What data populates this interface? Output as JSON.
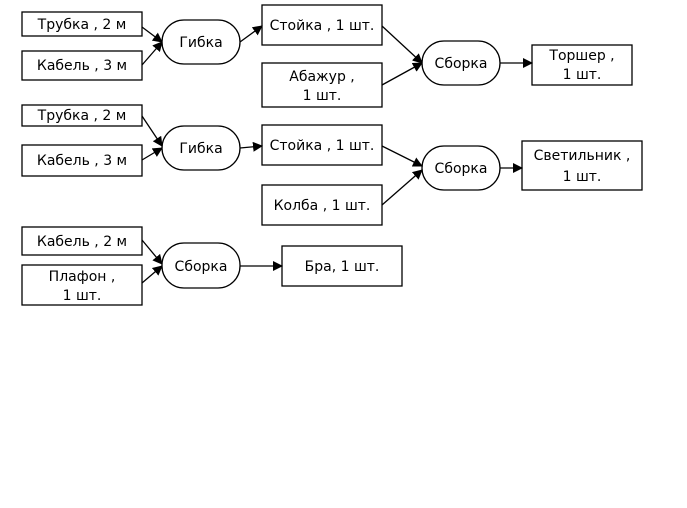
{
  "diagram": {
    "groups": [
      {
        "inputs": [
          "Трубка , 2 м",
          "Кабель , 3 м"
        ],
        "process1": "Гибка",
        "intermediate": "Стойка , 1 шт.",
        "extra": [
          "Абажур ,",
          "1 шт."
        ],
        "process2": "Сборка",
        "output": [
          "Торшер ,",
          "1 шт."
        ]
      },
      {
        "inputs": [
          "Трубка , 2 м",
          "Кабель , 3 м"
        ],
        "process1": "Гибка",
        "intermediate": "Стойка , 1 шт.",
        "extra": "Колба , 1 шт.",
        "process2": "Сборка",
        "output": [
          "Светильник ,",
          "1 шт."
        ]
      },
      {
        "inputs": [
          "Кабель , 2 м"
        ],
        "inputs2": [
          "Плафон ,",
          "1 шт."
        ],
        "process": "Сборка",
        "output": "Бра, 1 шт."
      }
    ]
  }
}
